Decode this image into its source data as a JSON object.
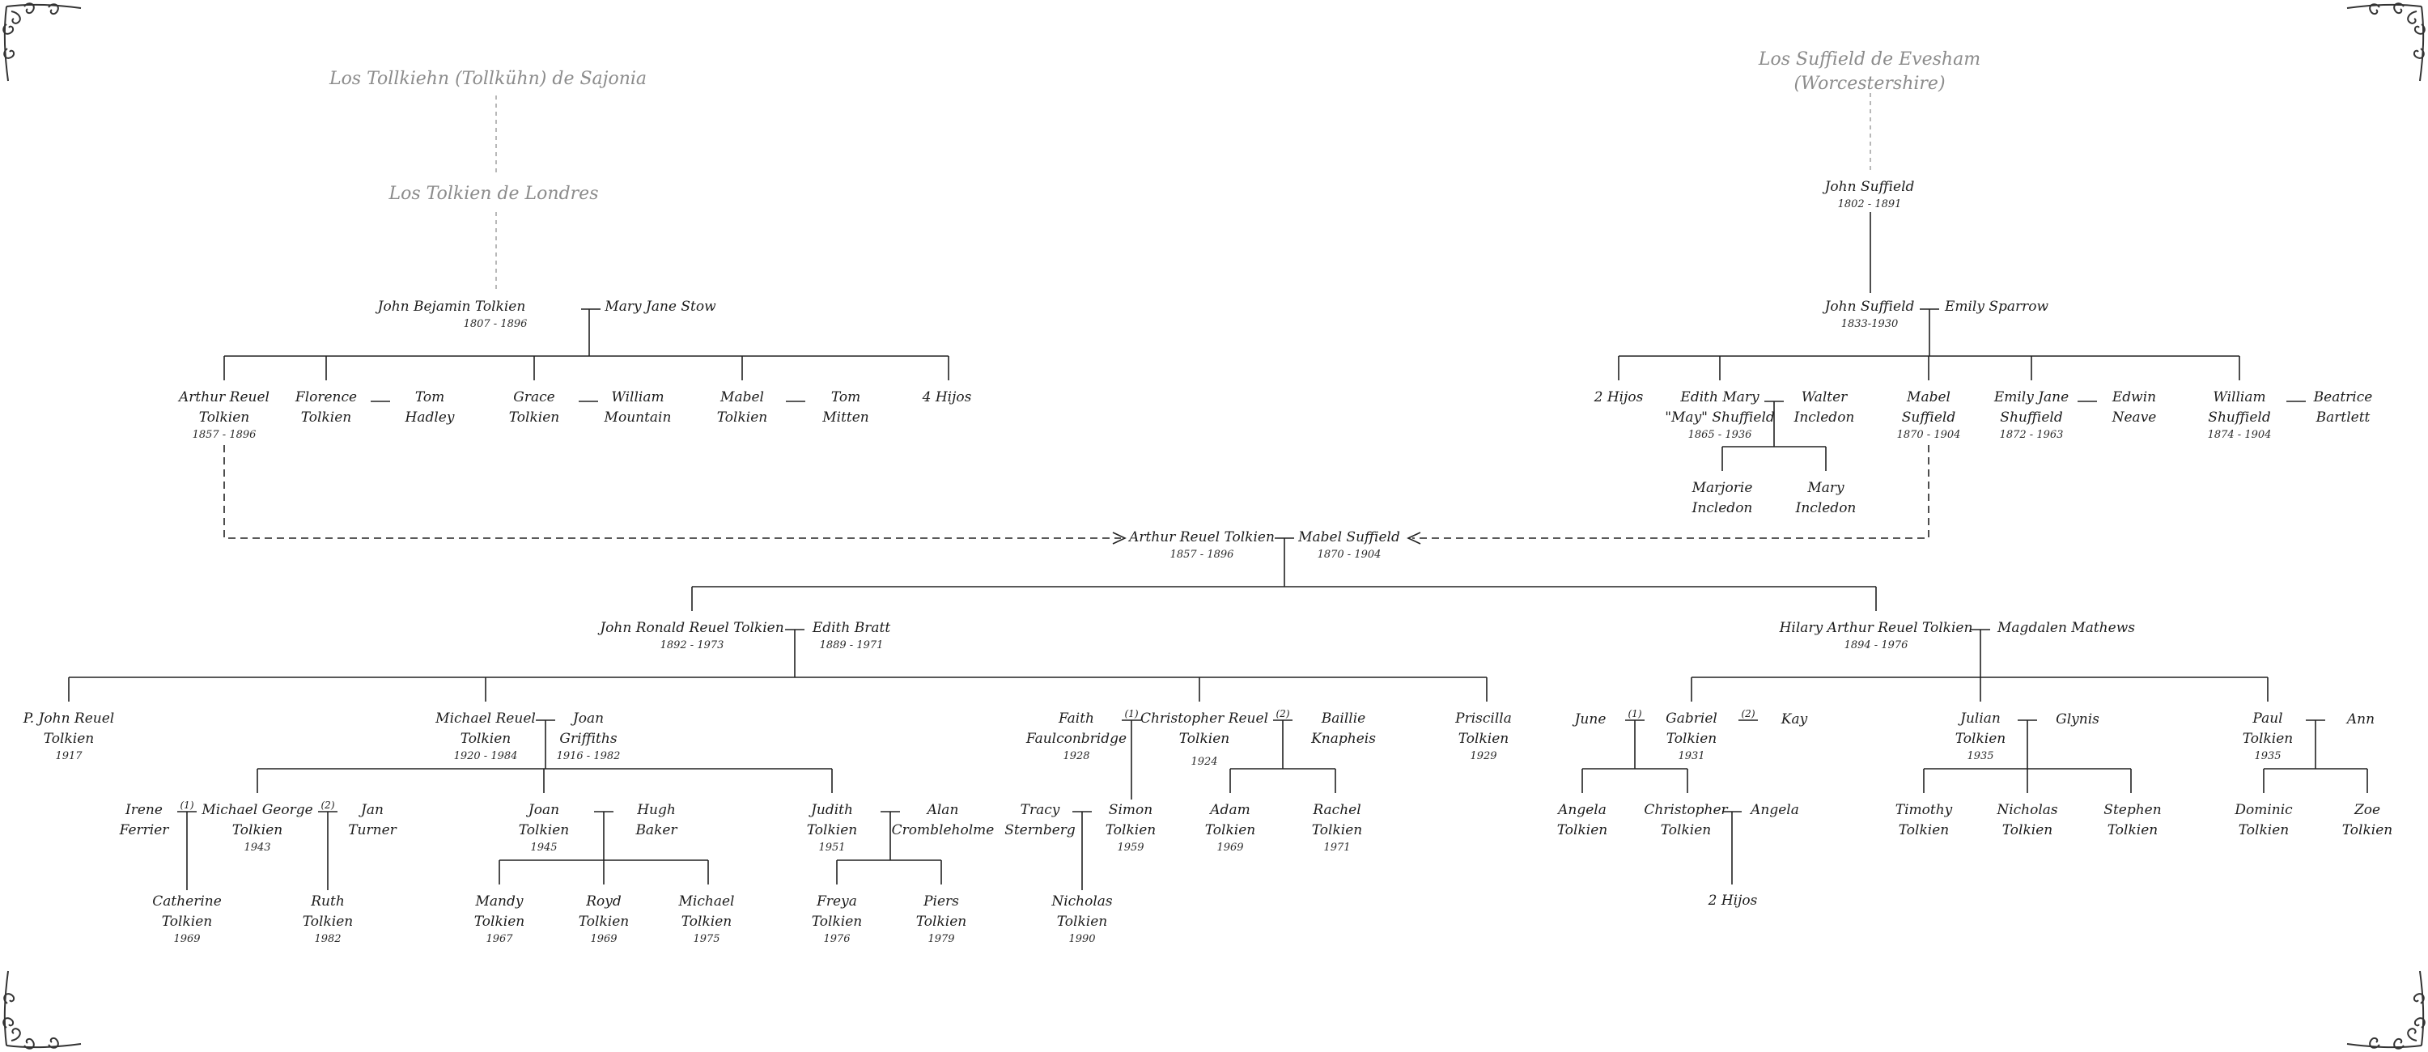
{
  "ancestry": {
    "tolkien_origin": "Los Tollkiehn (Tollkühn) de Sajonia",
    "tolkien_london": "Los Tolkien de Londres",
    "suffield_origin": "Los Suffield de Evesham",
    "suffield_origin_region": "(Worcestershire)"
  },
  "people": {
    "john_bejamin": {
      "name": "John Bejamin Tolkien",
      "dates": "1807 - 1896"
    },
    "mary_jane": {
      "name": "Mary Jane Stow"
    },
    "arthur_reuel_a": {
      "name1": "Arthur Reuel",
      "name2": "Tolkien",
      "dates": "1857 - 1896"
    },
    "florence": {
      "name1": "Florence",
      "name2": "Tolkien"
    },
    "tom_hadley": {
      "name1": "Tom",
      "name2": "Hadley"
    },
    "grace": {
      "name1": "Grace",
      "name2": "Tolkien"
    },
    "william_mountain": {
      "name1": "William",
      "name2": "Mountain"
    },
    "mabel_tolkien": {
      "name1": "Mabel",
      "name2": "Tolkien"
    },
    "tom_mitten": {
      "name1": "Tom",
      "name2": "Mitten"
    },
    "four_children": {
      "name": "4 Hijos"
    },
    "john_suffield_1": {
      "name": "John Suffield",
      "dates": "1802 - 1891"
    },
    "john_suffield_2": {
      "name": "John Suffield",
      "dates": "1833-1930"
    },
    "emily_sparrow": {
      "name": "Emily Sparrow"
    },
    "two_children_a": {
      "name": "2 Hijos"
    },
    "edith_mary": {
      "name1": "Edith Mary",
      "name2": "\"May\" Shuffield",
      "dates": "1865 - 1936"
    },
    "walter_incledon": {
      "name1": "Walter",
      "name2": "Incledon"
    },
    "mabel_suffield_a": {
      "name1": "Mabel",
      "name2": "Suffield",
      "dates": "1870 - 1904"
    },
    "emily_jane": {
      "name1": "Emily Jane",
      "name2": "Shuffield",
      "dates": "1872 - 1963"
    },
    "edwin_neave": {
      "name1": "Edwin",
      "name2": "Neave"
    },
    "william_shuffield": {
      "name1": "William",
      "name2": "Shuffield",
      "dates": "1874 - 1904"
    },
    "beatrice_bartlett": {
      "name1": "Beatrice",
      "name2": "Bartlett"
    },
    "marjorie_incledon": {
      "name1": "Marjorie",
      "name2": "Incledon"
    },
    "mary_incledon": {
      "name1": "Mary",
      "name2": "Incledon"
    },
    "arthur_reuel_b": {
      "name": "Arthur Reuel Tolkien",
      "dates": "1857 - 1896"
    },
    "mabel_suffield_b": {
      "name": "Mabel Suffield",
      "dates": "1870 - 1904"
    },
    "jrr": {
      "name": "John Ronald Reuel Tolkien",
      "dates": "1892 - 1973"
    },
    "edith_bratt": {
      "name": "Edith Bratt",
      "dates": "1889 - 1971"
    },
    "hilary": {
      "name": "Hilary Arthur Reuel Tolkien",
      "dates": "1894 - 1976"
    },
    "magdalen": {
      "name": "Magdalen Mathews"
    },
    "p_john": {
      "name1": "P. John Reuel",
      "name2": "Tolkien",
      "dates": "1917"
    },
    "michael_reuel": {
      "name1": "Michael Reuel",
      "name2": "Tolkien",
      "dates": "1920 - 1984"
    },
    "joan_griffiths": {
      "name1": "Joan",
      "name2": "Griffiths",
      "dates": "1916 - 1982"
    },
    "faith": {
      "name1": "Faith",
      "name2": "Faulconbridge",
      "dates": "1928"
    },
    "christopher_reuel": {
      "name1": "Christopher Reuel",
      "name2": "Tolkien",
      "dates": "1924"
    },
    "baillie": {
      "name1": "Baillie",
      "name2": "Knapheis"
    },
    "priscilla": {
      "name1": "Priscilla",
      "name2": "Tolkien",
      "dates": "1929"
    },
    "june": {
      "name": "June"
    },
    "gabriel": {
      "name1": "Gabriel",
      "name2": "Tolkien",
      "dates": "1931"
    },
    "kay": {
      "name": "Kay"
    },
    "julian": {
      "name1": "Julian",
      "name2": "Tolkien",
      "dates": "1935"
    },
    "glynis": {
      "name": "Glynis"
    },
    "paul": {
      "name1": "Paul",
      "name2": "Tolkien",
      "dates": "1935"
    },
    "ann": {
      "name": "Ann"
    },
    "irene": {
      "name1": "Irene",
      "name2": "Ferrier"
    },
    "michael_george": {
      "name1": "Michael George",
      "name2": "Tolkien",
      "dates": "1943"
    },
    "jan_turner": {
      "name1": "Jan",
      "name2": "Turner"
    },
    "joan_tolkien": {
      "name1": "Joan",
      "name2": "Tolkien",
      "dates": "1945"
    },
    "hugh_baker": {
      "name1": "Hugh",
      "name2": "Baker"
    },
    "judith": {
      "name1": "Judith",
      "name2": "Tolkien",
      "dates": "1951"
    },
    "alan": {
      "name1": "Alan",
      "name2": "Crombleholme"
    },
    "tracy": {
      "name1": "Tracy",
      "name2": "Sternberg"
    },
    "simon": {
      "name1": "Simon",
      "name2": "Tolkien",
      "dates": "1959"
    },
    "adam": {
      "name1": "Adam",
      "name2": "Tolkien",
      "dates": "1969"
    },
    "rachel": {
      "name1": "Rachel",
      "name2": "Tolkien",
      "dates": "1971"
    },
    "angela_t": {
      "name1": "Angela",
      "name2": "Tolkien"
    },
    "christopher_t": {
      "name1": "Christopher",
      "name2": "Tolkien"
    },
    "angela_w": {
      "name": "Angela"
    },
    "timothy": {
      "name1": "Timothy",
      "name2": "Tolkien"
    },
    "nicholas_j": {
      "name1": "Nicholas",
      "name2": "Tolkien"
    },
    "stephen": {
      "name1": "Stephen",
      "name2": "Tolkien"
    },
    "dominic": {
      "name1": "Dominic",
      "name2": "Tolkien"
    },
    "zoe": {
      "name1": "Zoe",
      "name2": "Tolkien"
    },
    "catherine": {
      "name1": "Catherine",
      "name2": "Tolkien",
      "dates": "1969"
    },
    "ruth": {
      "name1": "Ruth",
      "name2": "Tolkien",
      "dates": "1982"
    },
    "mandy": {
      "name1": "Mandy",
      "name2": "Tolkien",
      "dates": "1967"
    },
    "royd": {
      "name1": "Royd",
      "name2": "Tolkien",
      "dates": "1969"
    },
    "michael_b": {
      "name1": "Michael",
      "name2": "Tolkien",
      "dates": "1975"
    },
    "freya": {
      "name1": "Freya",
      "name2": "Tolkien",
      "dates": "1976"
    },
    "piers": {
      "name1": "Piers",
      "name2": "Tolkien",
      "dates": "1979"
    },
    "nicholas_s": {
      "name1": "Nicholas",
      "name2": "Tolkien",
      "dates": "1990"
    },
    "two_children_b": {
      "name": "2 Hijos"
    }
  },
  "marriage_marks": {
    "first": "(1)",
    "second": "(2)"
  },
  "icons": {
    "corner": "scroll-ornament-icon",
    "arrow": "arrowhead-icon"
  }
}
